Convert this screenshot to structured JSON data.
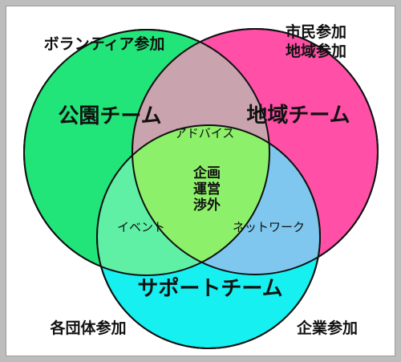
{
  "circles": {
    "park": {
      "label": "公園チーム",
      "color": "#22e57a"
    },
    "community": {
      "label": "地域チーム",
      "color": "#ff4fa6"
    },
    "support": {
      "label": "サポートチーム",
      "color": "#16f0f0"
    }
  },
  "overlaps": {
    "park_community": {
      "label": "アドバイス",
      "color": "#c9a3ad"
    },
    "park_support": {
      "label": "イベント",
      "color": "#5ff0a6"
    },
    "community_support": {
      "label": "ネットワーク",
      "color": "#7fc7ef"
    },
    "center": {
      "lines": [
        "企画",
        "運営",
        "渉外"
      ],
      "color": "#8df06a"
    }
  },
  "corners": {
    "volunteer": "ボランティア参加",
    "citizen": [
      "市民参加",
      "地域参加"
    ],
    "groups": "各団体参加",
    "companies": "企業参加"
  }
}
